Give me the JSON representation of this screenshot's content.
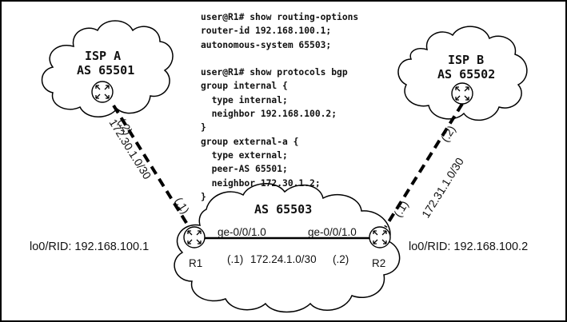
{
  "isp_a": {
    "title": "ISP A",
    "as": "AS 65501"
  },
  "isp_b": {
    "title": "ISP B",
    "as": "AS 65502"
  },
  "as_local": {
    "label": "AS 65503"
  },
  "config_lines": [
    "user@R1# show routing-options",
    "router-id 192.168.100.1;",
    "autonomous-system 65503;",
    "",
    "user@R1# show protocols bgp",
    "group internal {",
    "  type internal;",
    "  neighbor 192.168.100.2;",
    "}",
    "group external-a {",
    "  type external;",
    "  peer-AS 65501;",
    "  neighbor 172.30.1.2;",
    "}"
  ],
  "r1": {
    "name": "R1",
    "rid": "lo0/RID: 192.168.100.1",
    "interface": "ge-0/0/1.0"
  },
  "r2": {
    "name": "R2",
    "rid": "lo0/RID: 192.168.100.2",
    "interface": "ge-0/0/1.0"
  },
  "link_r1_r2": {
    "subnet": "172.24.1.0/30",
    "r1_host": "(.1)",
    "r2_host": "(.2)"
  },
  "link_ispa_r1": {
    "subnet": "172.30.1.0/30",
    "isp_host": "(.2)",
    "r1_host": "(.1)"
  },
  "link_ispb_r2": {
    "subnet": "172.31.1.0/30",
    "isp_host": "(.2)",
    "r2_host": "(.1)"
  }
}
